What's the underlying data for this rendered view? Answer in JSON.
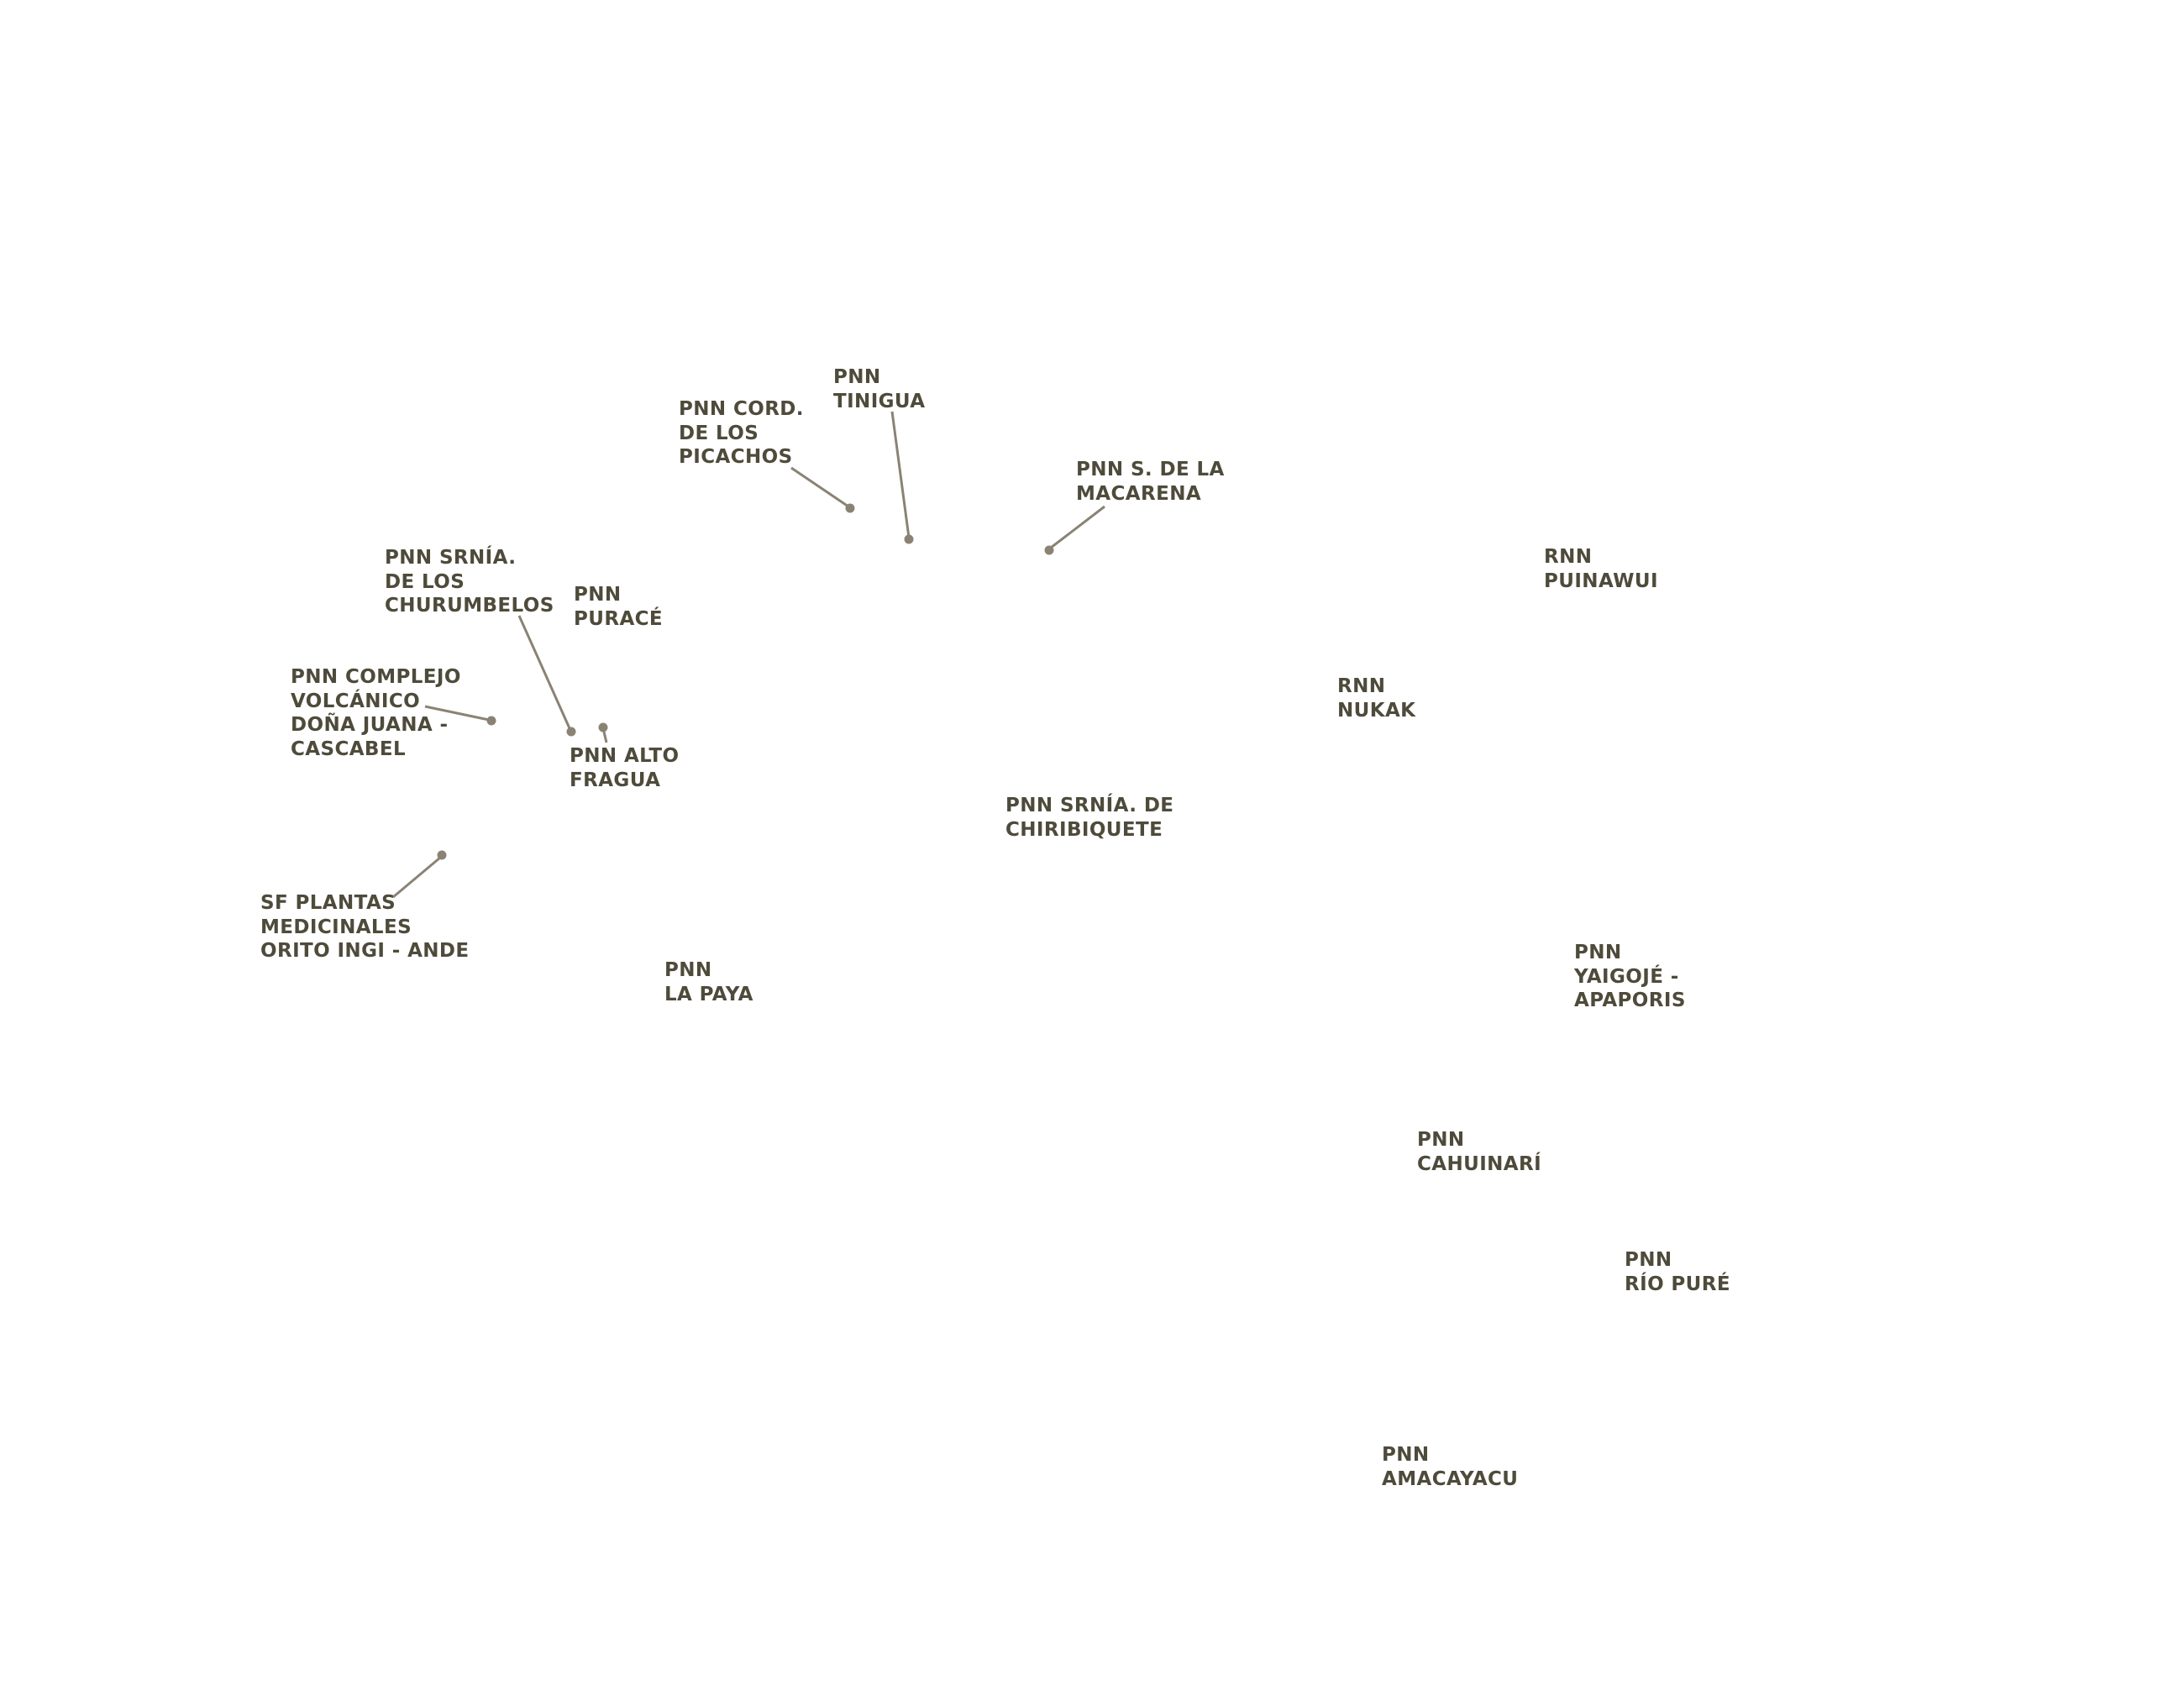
{
  "areas": [
    {
      "id": "pnn-tinigua",
      "lines": [
        "PNN",
        "TINIGUA"
      ]
    },
    {
      "id": "pnn-cordillera-picachos",
      "lines": [
        "PNN CORD.",
        "DE LOS",
        "PICACHOS"
      ]
    },
    {
      "id": "pnn-macarena",
      "lines": [
        "PNN S. DE LA",
        "MACARENA"
      ]
    },
    {
      "id": "rnn-puinawui",
      "lines": [
        "RNN",
        "PUINAWUI"
      ]
    },
    {
      "id": "pnn-churumbelos",
      "lines": [
        "PNN SRNÍA.",
        "DE LOS",
        "CHURUMBELOS"
      ]
    },
    {
      "id": "pnn-purace",
      "lines": [
        "PNN",
        "PURACÉ"
      ]
    },
    {
      "id": "pnn-dona-juana",
      "lines": [
        "PNN COMPLEJO",
        "VOLCÁNICO",
        "DOÑA JUANA -",
        "CASCABEL"
      ]
    },
    {
      "id": "pnn-alto-fragua",
      "lines": [
        "PNN ALTO",
        "FRAGUA"
      ]
    },
    {
      "id": "rnn-nukak",
      "lines": [
        "RNN",
        "NUKAK"
      ]
    },
    {
      "id": "pnn-chiribiquete",
      "lines": [
        "PNN SRNÍA. DE",
        "CHIRIBIQUETE"
      ]
    },
    {
      "id": "sf-plantas-medicinales",
      "lines": [
        "SF PLANTAS",
        "MEDICINALES",
        "ORITO INGI - ANDE"
      ]
    },
    {
      "id": "pnn-la-paya",
      "lines": [
        "PNN",
        "LA PAYA"
      ]
    },
    {
      "id": "pnn-yaigoje-apaporis",
      "lines": [
        "PNN",
        "YAIGOJÉ -",
        "APAPORIS"
      ]
    },
    {
      "id": "pnn-cahuinari",
      "lines": [
        "PNN",
        "CAHUINARÍ"
      ]
    },
    {
      "id": "pnn-rio-pure",
      "lines": [
        "PNN",
        "RÍO PURÉ"
      ]
    },
    {
      "id": "pnn-amacayacu",
      "lines": [
        "PNN",
        "AMACAYACU"
      ]
    }
  ]
}
